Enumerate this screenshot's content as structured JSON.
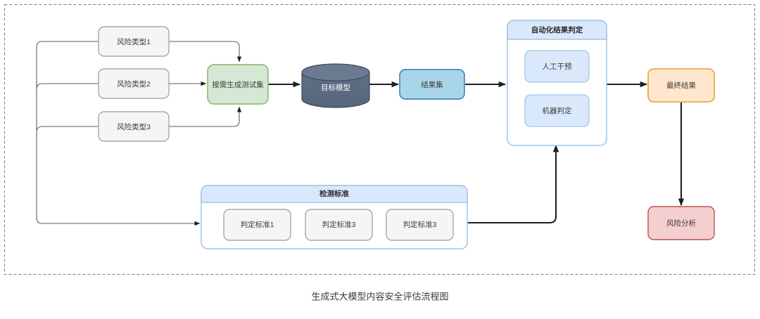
{
  "caption": "生成式大模型内容安全评估流程图",
  "canvas": {
    "border_style": "dashed",
    "border_color": "#7a7a7a",
    "background": "#ffffff"
  },
  "palette": {
    "gray_fill": "#f5f5f5",
    "gray_stroke": "#9a9a9a",
    "green_fill": "#d5e8d4",
    "green_stroke": "#82b366",
    "cylinder_fill": "#5b6b80",
    "cylinder_stroke": "#3f4c5c",
    "cylinder_top": "#6a7b91",
    "blue_mid_fill": "#a9d5ea",
    "blue_mid_stroke": "#2e75b6",
    "blue_light_fill": "#dae8fc",
    "blue_light_stroke": "#9fc5e8",
    "orange_fill": "#ffe6cc",
    "orange_stroke": "#e0a42b",
    "red_fill": "#f3cfd0",
    "red_stroke": "#b85450",
    "edge_thin": "#5f5f5f",
    "edge_thick": "#1f1f1f"
  },
  "nodes": {
    "risk_types": [
      {
        "id": "risk1",
        "label": "风险类型1"
      },
      {
        "id": "risk2",
        "label": "风险类型2"
      },
      {
        "id": "risk3",
        "label": "风险类型3"
      }
    ],
    "generate_testset": {
      "label": "按需生成测试集"
    },
    "target_model": {
      "label": "目标模型",
      "shape": "cylinder"
    },
    "result_set": {
      "label": "结果集"
    },
    "final_result": {
      "label": "最终结果"
    },
    "risk_analysis": {
      "label": "风险分析"
    }
  },
  "groups": {
    "auto_judgement": {
      "title": "自动化结果判定",
      "items": [
        {
          "id": "manual",
          "label": "人工干预"
        },
        {
          "id": "machine",
          "label": "机器判定"
        }
      ]
    },
    "detection_standard": {
      "title": "检测标准",
      "items": [
        {
          "id": "std1",
          "label": "判定标准1"
        },
        {
          "id": "std2",
          "label": "判定标准3"
        },
        {
          "id": "std3",
          "label": "判定标准3"
        }
      ]
    }
  }
}
